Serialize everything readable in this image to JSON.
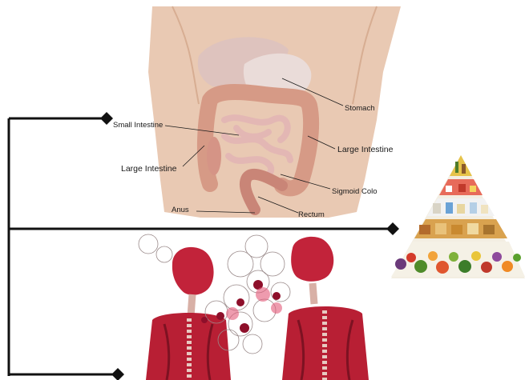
{
  "anatomy_labels": {
    "stomach": "Stomach",
    "small_intestine": "Small Intestine",
    "large_intestine_right": "Large Intestine",
    "large_intestine_left": "Large Intestine",
    "sigmoid_colon": "Sigmoid Colo",
    "anus": "Anus",
    "rectum": "Rectum"
  },
  "colors": {
    "connector": "#111111",
    "skin": "#e9c9b3",
    "colon": "#d69a86",
    "small_intestine": "#e3b7b4",
    "stomach": "#ead9d6",
    "body_red": "#c2233a",
    "lung_red": "#a8192e"
  },
  "icons": {
    "food_pyramid": "food-pyramid-icon",
    "connector_end": "diamond-icon"
  }
}
